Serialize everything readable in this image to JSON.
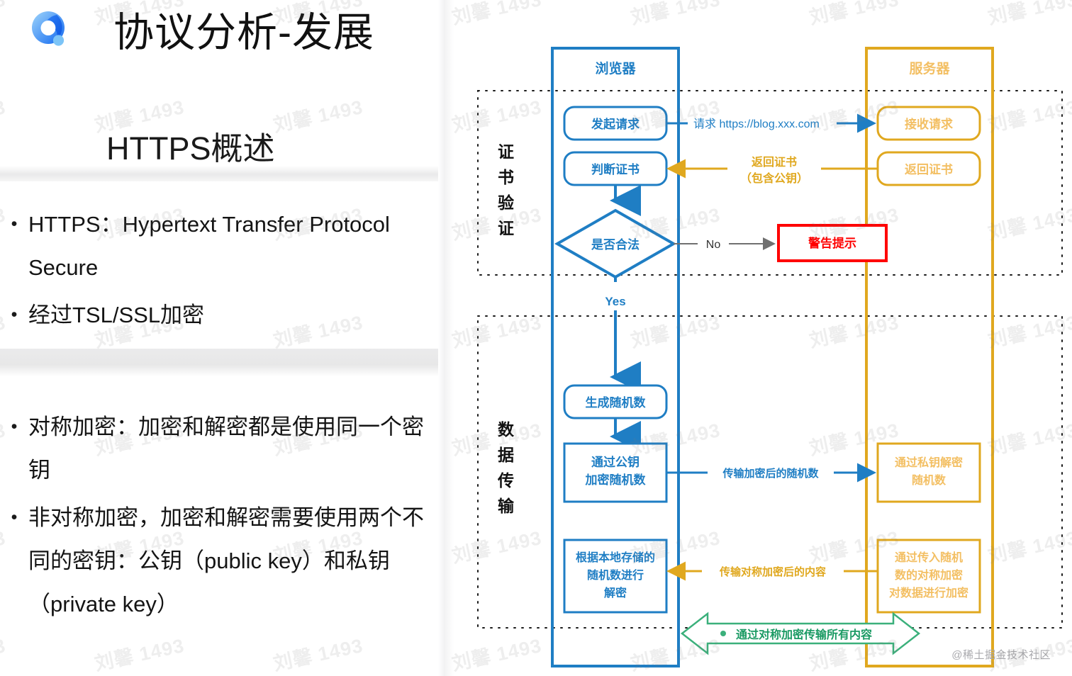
{
  "slide": {
    "deck_title": "协议分析-发展",
    "section_title": "HTTPS概述",
    "logo_icon": "qq-browser-logo",
    "watermark_text": "刘馨 1493",
    "credit": "@稀土掘金技术社区"
  },
  "bullets_group_1": [
    {
      "marker": "•",
      "text": "HTTPS：Hypertext Transfer Protocol Secure"
    },
    {
      "marker": "•",
      "text": "经过TSL/SSL加密"
    }
  ],
  "bullets_group_2": [
    {
      "marker": "•",
      "text": "对称加密：加密和解密都是使用同一个密钥"
    },
    {
      "marker": "•",
      "text": "非对称加密，加密和解密需要使用两个不同的密钥：公钥（public key）和私钥（private key）"
    }
  ],
  "diagram": {
    "lanes": [
      {
        "id": "browser",
        "title": "浏览器",
        "color": "#1f7ec4"
      },
      {
        "id": "server",
        "title": "服务器",
        "color": "#e0a81f"
      }
    ],
    "phases": [
      {
        "id": "cert-validation",
        "label": "证书验证"
      },
      {
        "id": "data-transfer",
        "label": "数据传输"
      }
    ],
    "browser_nodes": [
      {
        "id": "send-request",
        "label": "发起请求",
        "shape": "rounded"
      },
      {
        "id": "check-cert",
        "label": "判断证书",
        "shape": "rounded"
      },
      {
        "id": "is-valid",
        "label": "是否合法",
        "shape": "diamond"
      },
      {
        "id": "gen-random",
        "label": "生成随机数",
        "shape": "rounded"
      },
      {
        "id": "encrypt-random",
        "label": "通过公钥\n加密随机数",
        "shape": "rect"
      },
      {
        "id": "decrypt-local",
        "label": "根据本地存储的\n随机数进行\n解密",
        "shape": "rect"
      }
    ],
    "browser_node_lines": {
      "send-request": [
        "发起请求"
      ],
      "check-cert": [
        "判断证书"
      ],
      "is-valid": [
        "是否合法"
      ],
      "gen-random": [
        "生成随机数"
      ],
      "encrypt-random": [
        "通过公钥",
        "加密随机数"
      ],
      "decrypt-local": [
        "根据本地存储的",
        "随机数进行",
        "解密"
      ]
    },
    "server_nodes": [
      {
        "id": "recv-request",
        "label": "接收请求",
        "shape": "rounded"
      },
      {
        "id": "return-cert",
        "label": "返回证书",
        "shape": "rounded"
      },
      {
        "id": "priv-decrypt",
        "label": "通过私钥解密\n随机数",
        "shape": "rect"
      },
      {
        "id": "sym-encrypt",
        "label": "通过传入随机\n数的对称加密\n对数据进行加密",
        "shape": "rect"
      }
    ],
    "server_node_lines": {
      "recv-request": [
        "接收请求"
      ],
      "return-cert": [
        "返回证书"
      ],
      "priv-decrypt": [
        "通过私钥解密",
        "随机数"
      ],
      "sym-encrypt": [
        "通过传入随机",
        "数的对称加密",
        "对数据进行加密"
      ]
    },
    "alert_node": {
      "id": "warning",
      "label": "警告提示",
      "color": "#ff0000"
    },
    "edge_labels": {
      "request_url": "请求 https://blog.xxx.com",
      "return_cert_line1": "返回证书",
      "return_cert_line2": "（包含公钥）",
      "no": "No",
      "yes": "Yes",
      "transfer_encrypted_random": "传输加密后的随机数",
      "transfer_symmetric_content": "传输对称加密后的内容",
      "symmetric_all": "通过对称加密传输所有内容"
    },
    "colors": {
      "browser_blue": "#1f7ec4",
      "server_gold": "#e0a81f",
      "server_text": "#f3bf63",
      "alert_red": "#ff0000",
      "green": "#3bb07b",
      "gray_arrow": "#707070"
    }
  }
}
